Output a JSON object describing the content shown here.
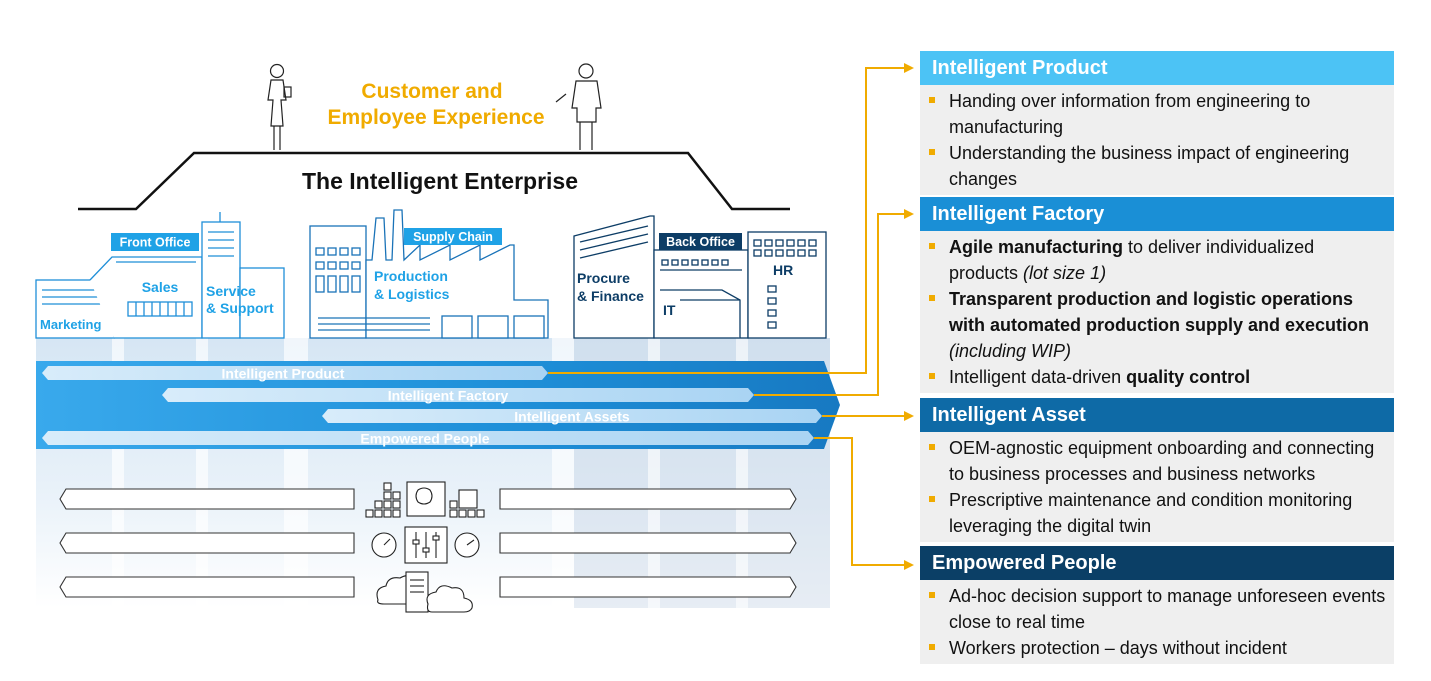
{
  "headline": {
    "line1": "Customer and",
    "line2": "Employee Experience"
  },
  "enterprise_title": "The Intelligent Enterprise",
  "departments": {
    "front_office": "Front Office",
    "sales": "Sales",
    "service_line1": "Service",
    "service_line2": "& Support",
    "marketing": "Marketing",
    "supply_chain": "Supply Chain",
    "production_line1": "Production",
    "production_line2": "& Logistics",
    "procure_line1": "Procure",
    "procure_line2": "& Finance",
    "back_office": "Back Office",
    "it": "IT",
    "hr": "HR"
  },
  "bands": {
    "product": "Intelligent Product",
    "factory": "Intelligent Factory",
    "assets": "Intelligent Assets",
    "people": "Empowered People"
  },
  "panels": [
    {
      "title": "Intelligent Product",
      "color": "#4cc3f5",
      "bullets": [
        {
          "text": "Handing over information from engineering to manufacturing"
        },
        {
          "text": "Understanding the business impact of engineering changes"
        }
      ]
    },
    {
      "title": "Intelligent Factory",
      "color": "#1a8fd6",
      "bullets": [
        {
          "bold": "Agile manufacturing",
          "text": " to deliver individualized products ",
          "italic": "(lot size 1)"
        },
        {
          "bold": "Transparent production and logistic operations with automated production supply and execution",
          "text": " ",
          "italic": "(including WIP)"
        },
        {
          "text": "Intelligent data-driven ",
          "bold_end": "quality control"
        }
      ]
    },
    {
      "title": "Intelligent Asset",
      "color": "#0e6aa6",
      "bullets": [
        {
          "text": "OEM-agnostic equipment onboarding and connecting to business processes and business networks"
        },
        {
          "text": "Prescriptive maintenance and condition monitoring leveraging the digital twin"
        }
      ]
    },
    {
      "title": "Empowered People",
      "color": "#0b3f66",
      "bullets": [
        {
          "text": "Ad-hoc decision support to manage unforeseen events close to real time"
        },
        {
          "text": "Workers protection – days without incident"
        }
      ]
    }
  ],
  "colors": {
    "accent": "#f0ab00",
    "outline": "#1a73b8",
    "label_blue": "#1fa2e6",
    "back_office_navy": "#0d3d66",
    "band_blue": "#1e8fd8"
  }
}
